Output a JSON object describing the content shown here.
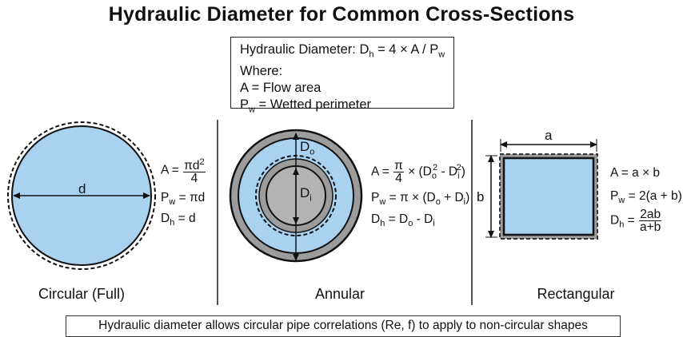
{
  "title": "Hydraulic Diameter for Common Cross-Sections",
  "definition": {
    "line1_prefix": "Hydraulic Diameter: D",
    "line1_sub_h": "h",
    "line1_mid": " = 4 × A / P",
    "line1_sub_w": "w",
    "line2": "Where:",
    "line3": "A = Flow area",
    "line4_prefix": "P",
    "line4_sub": "w",
    "line4_suffix": " = Wetted perimeter"
  },
  "circular": {
    "caption": "Circular (Full)",
    "dim_label": "d",
    "area_lhs": "A = ",
    "area_num": "πd",
    "area_num_sup": "2",
    "area_den": "4",
    "perim_P": "P",
    "perim_sub": "w",
    "perim_rhs": " = πd",
    "dh_D": "D",
    "dh_sub": "h",
    "dh_rhs": " = d"
  },
  "annular": {
    "caption": "Annular",
    "label_outer": "D",
    "label_outer_sub": "o",
    "label_inner": "D",
    "label_inner_sub": "i",
    "area_lhs": "A = ",
    "area_num": "π",
    "area_den": "4",
    "area_rhs_a": " × (D",
    "area_rhs_sub_o": "o",
    "area_rhs_sup_2a": "2",
    "area_rhs_b": " - D",
    "area_rhs_sub_i": "i",
    "area_rhs_sup_2b": "2",
    "area_rhs_c": ")",
    "perim_P": "P",
    "perim_sub": "w",
    "perim_a": " = π × (D",
    "perim_sub_o": "o",
    "perim_b": " + D",
    "perim_sub_i": "i",
    "perim_c": ")",
    "dh_D": "D",
    "dh_sub": "h",
    "dh_a": " = D",
    "dh_sub_o": "o",
    "dh_b": " - D",
    "dh_sub_i": "i"
  },
  "rectangular": {
    "caption": "Rectangular",
    "dim_a": "a",
    "dim_b": "b",
    "area": "A = a × b",
    "perim_P": "P",
    "perim_sub": "w",
    "perim_rhs": " = 2(a + b)",
    "dh_D": "D",
    "dh_sub": "h",
    "dh_eq": " = ",
    "dh_num": "2ab",
    "dh_den": "a+b"
  },
  "footer": "Hydraulic diameter allows circular pipe correlations (Re, f) to apply to non-circular shapes",
  "colors": {
    "fluid": "#a9d2f0",
    "wall": "#9c9c9c",
    "outline": "#111111"
  }
}
